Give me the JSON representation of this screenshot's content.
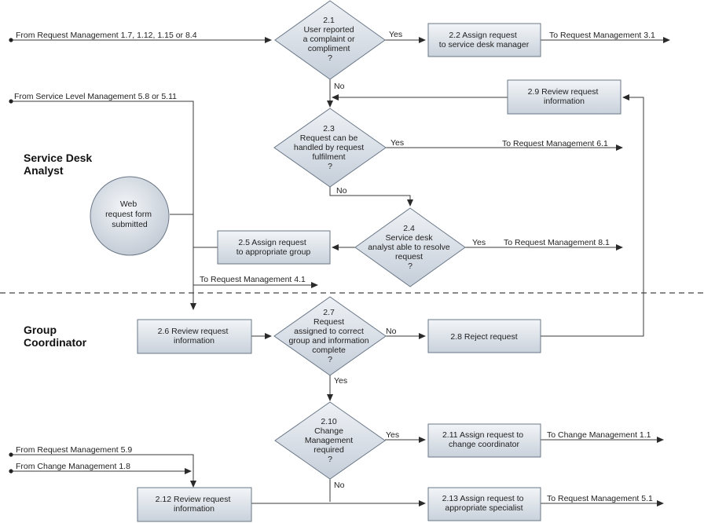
{
  "lanes": {
    "analyst": [
      "Service Desk",
      "Analyst"
    ],
    "coordinator": [
      "Group",
      "Coordinator"
    ]
  },
  "events": {
    "web_form": [
      "Web",
      "request form",
      "submitted"
    ]
  },
  "inputs": {
    "from_request_mgmt": "From Request Management 1.7, 1.12, 1.15 or 8.4",
    "from_slm": "From Service Level Management 5.8 or 5.11",
    "from_request_mgmt_59": "From Request Management 5.9",
    "from_change_mgmt_18": "From Change Management 1.8"
  },
  "outputs": {
    "to_rm_31": "To Request Management 3.1",
    "to_rm_61": "To Request Management 6.1",
    "to_rm_81": "To Request Management 8.1",
    "to_rm_41": "To Request Management 4.1",
    "to_cm_11": "To Change Management 1.1",
    "to_rm_51": "To Request Management 5.1"
  },
  "decisions": {
    "d21": [
      "2.1",
      "User reported",
      "a complaint or",
      "compliment",
      "?"
    ],
    "d23": [
      "2.3",
      "Request can be",
      "handled by request",
      "fulfilment",
      "?"
    ],
    "d24": [
      "2.4",
      "Service desk",
      "analyst able to resolve",
      "request",
      "?"
    ],
    "d27": [
      "2.7",
      "Request",
      "assigned to correct",
      "group and information",
      "complete",
      "?"
    ],
    "d210": [
      "2.10",
      "Change",
      "Management",
      "required",
      "?"
    ]
  },
  "tasks": {
    "t22": [
      "2.2 Assign request",
      "to service desk manager"
    ],
    "t29": [
      "2.9 Review request",
      "information"
    ],
    "t25": [
      "2.5 Assign request",
      "to appropriate group"
    ],
    "t26": [
      "2.6 Review request",
      "information"
    ],
    "t28": [
      "2.8 Reject request"
    ],
    "t211": [
      "2.11 Assign request to",
      "change coordinator"
    ],
    "t212": [
      "2.12 Review request",
      "information"
    ],
    "t213": [
      "2.13 Assign request to",
      "appropriate specialist"
    ]
  },
  "branches": {
    "yes": "Yes",
    "no": "No"
  }
}
